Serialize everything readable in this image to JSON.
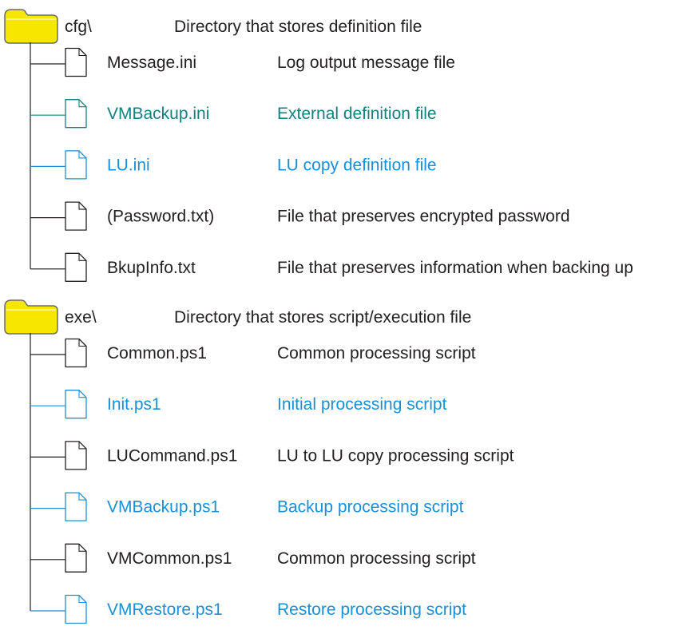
{
  "colors": {
    "default_text": "#231f20",
    "teal": "#12807f",
    "blue": "#1a8fd6",
    "line": "#231f20",
    "folder_fill": "#f7e600",
    "folder_stroke": "#6b6b6b",
    "file_fill": "#ffffff"
  },
  "folders": [
    {
      "name": "cfg\\",
      "description": "Directory that stores definition file",
      "icon": "folder-icon",
      "files": [
        {
          "name": "Message.ini",
          "description": "Log output message file",
          "color": "default",
          "icon": "file-icon"
        },
        {
          "name": "VMBackup.ini",
          "description": "External definition file",
          "color": "teal",
          "icon": "file-icon"
        },
        {
          "name": "LU.ini",
          "description": "LU copy definition file",
          "color": "blue",
          "icon": "file-icon"
        },
        {
          "name": "(Password.txt)",
          "description": "File that preserves encrypted password",
          "color": "default",
          "icon": "file-icon"
        },
        {
          "name": "BkupInfo.txt",
          "description": "File that preserves information when backing up",
          "color": "default",
          "icon": "file-icon"
        }
      ]
    },
    {
      "name": "exe\\",
      "description": "Directory that stores script/execution file",
      "icon": "folder-icon",
      "files": [
        {
          "name": "Common.ps1",
          "description": "Common processing script",
          "color": "default",
          "icon": "file-icon"
        },
        {
          "name": "Init.ps1",
          "description": "Initial processing script",
          "color": "blue",
          "icon": "file-icon"
        },
        {
          "name": "LUCommand.ps1",
          "description": "LU to LU copy processing script",
          "color": "default",
          "icon": "file-icon"
        },
        {
          "name": "VMBackup.ps1",
          "description": "Backup processing script",
          "color": "blue",
          "icon": "file-icon"
        },
        {
          "name": "VMCommon.ps1",
          "description": "Common processing script",
          "color": "default",
          "icon": "file-icon"
        },
        {
          "name": "VMRestore.ps1",
          "description": "Restore processing script",
          "color": "blue",
          "icon": "file-icon"
        }
      ]
    }
  ]
}
